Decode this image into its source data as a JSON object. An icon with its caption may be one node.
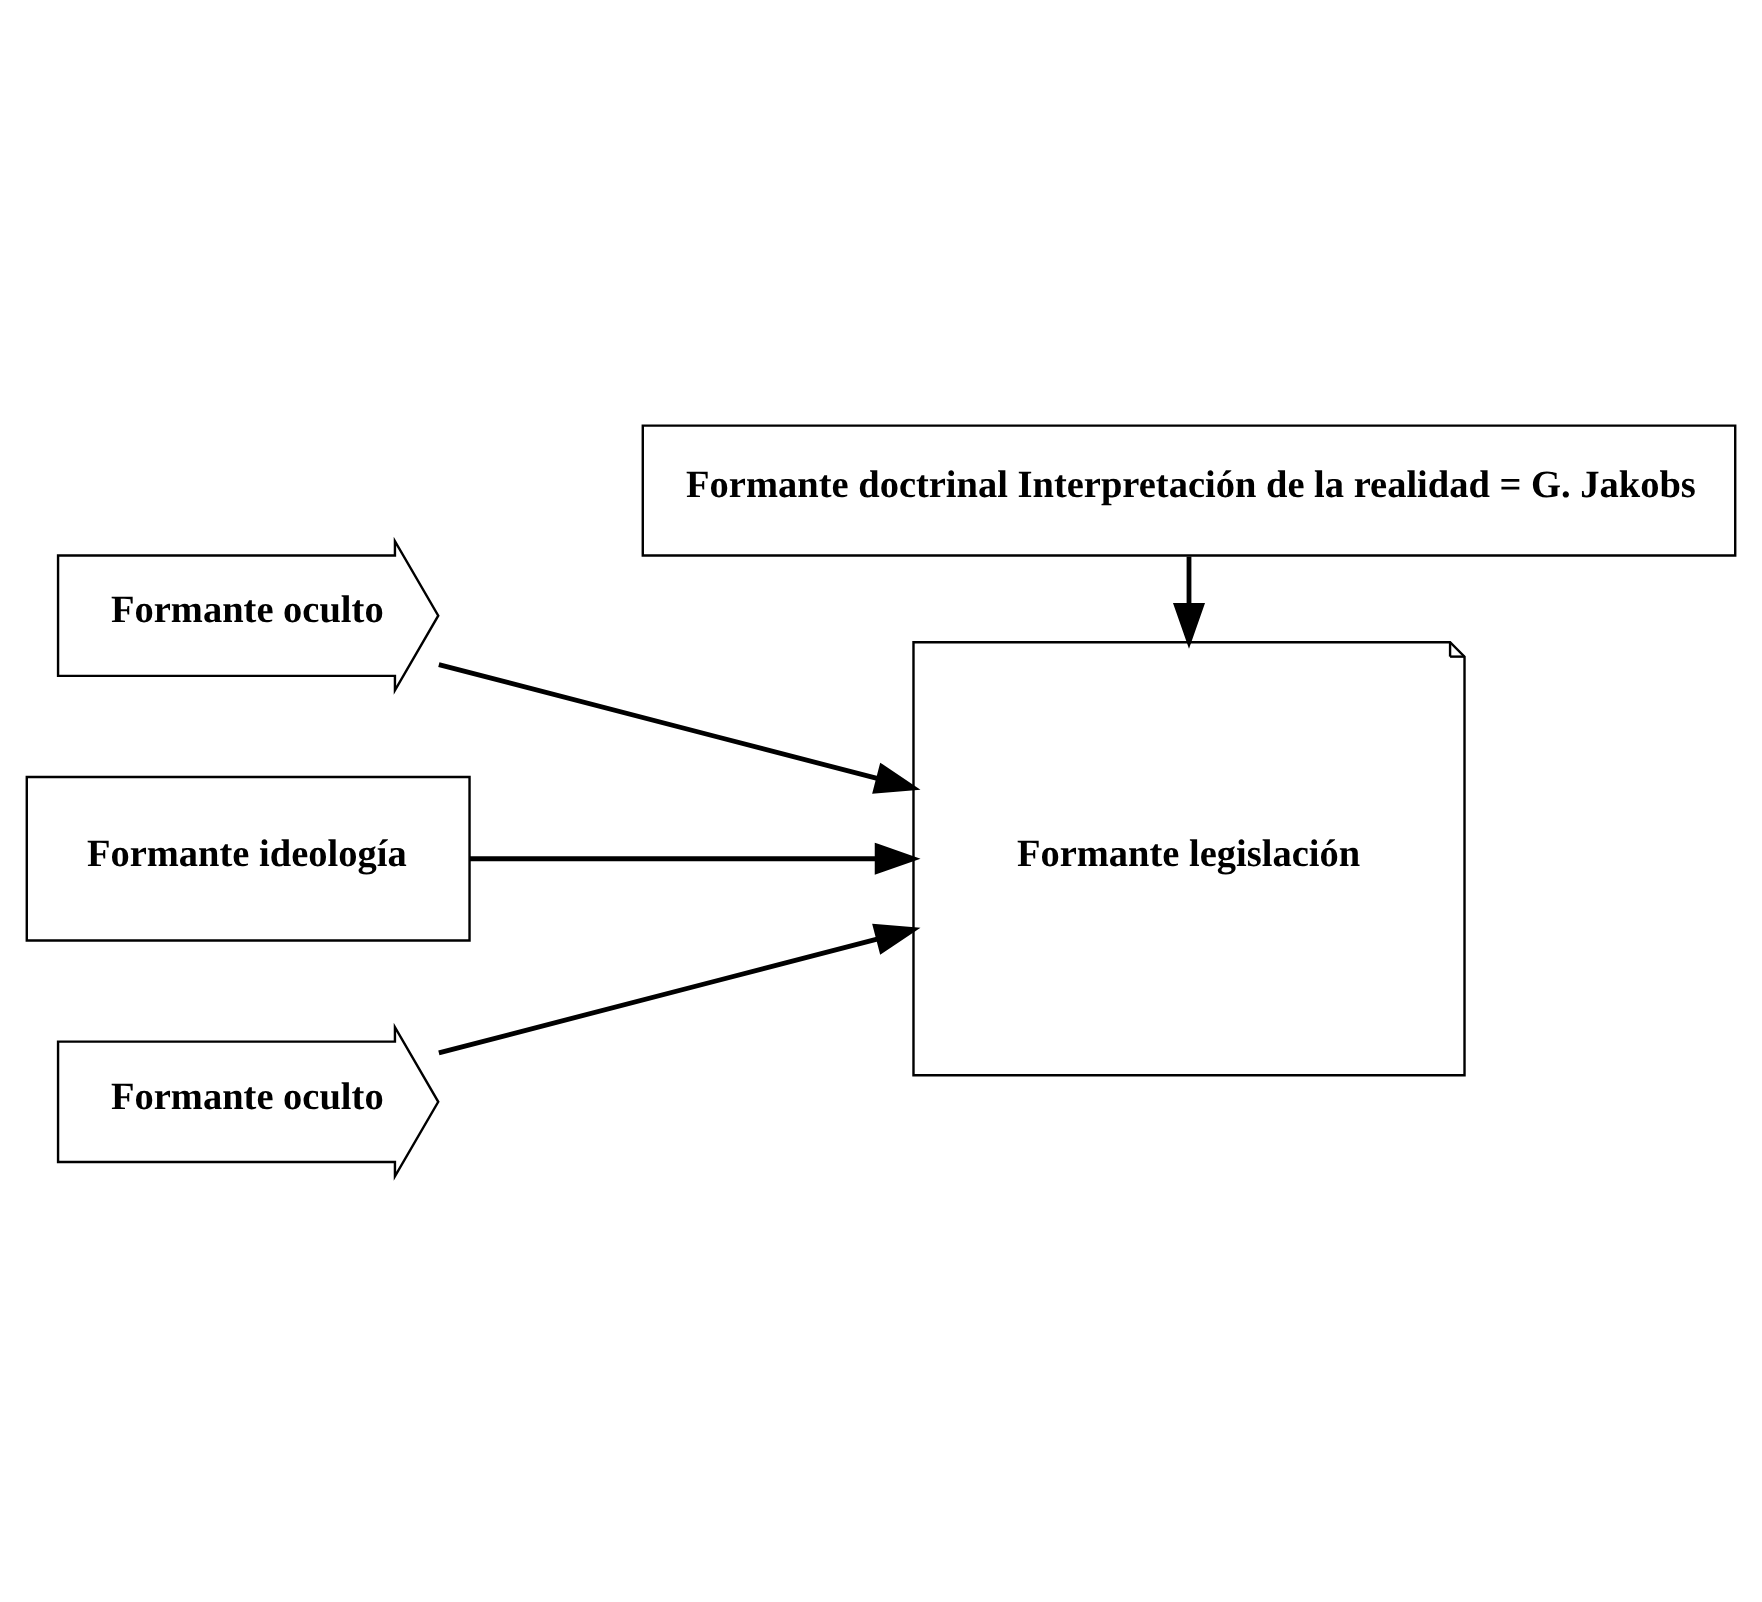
{
  "diagram": {
    "nodes": [
      {
        "text": [
          "Formante oculto"
        ]
      },
      {
        "text": [
          "Formante ideología"
        ]
      },
      {
        "text": [
          "Formante oculto"
        ]
      },
      {
        "text": [
          "Formante legislación"
        ]
      },
      {
        "text": [
          "Formante doctrinal Interpretación de la realidad = G. Jakobs"
        ]
      }
    ],
    "edges": [
      {
        "from": 0,
        "to": 3,
        "arrow": "to"
      },
      {
        "from": 1,
        "to": 3,
        "arrow": "to"
      },
      {
        "from": 2,
        "to": 3,
        "arrow": "to"
      },
      {
        "from": 4,
        "to": 3,
        "arrow": "to"
      }
    ]
  }
}
